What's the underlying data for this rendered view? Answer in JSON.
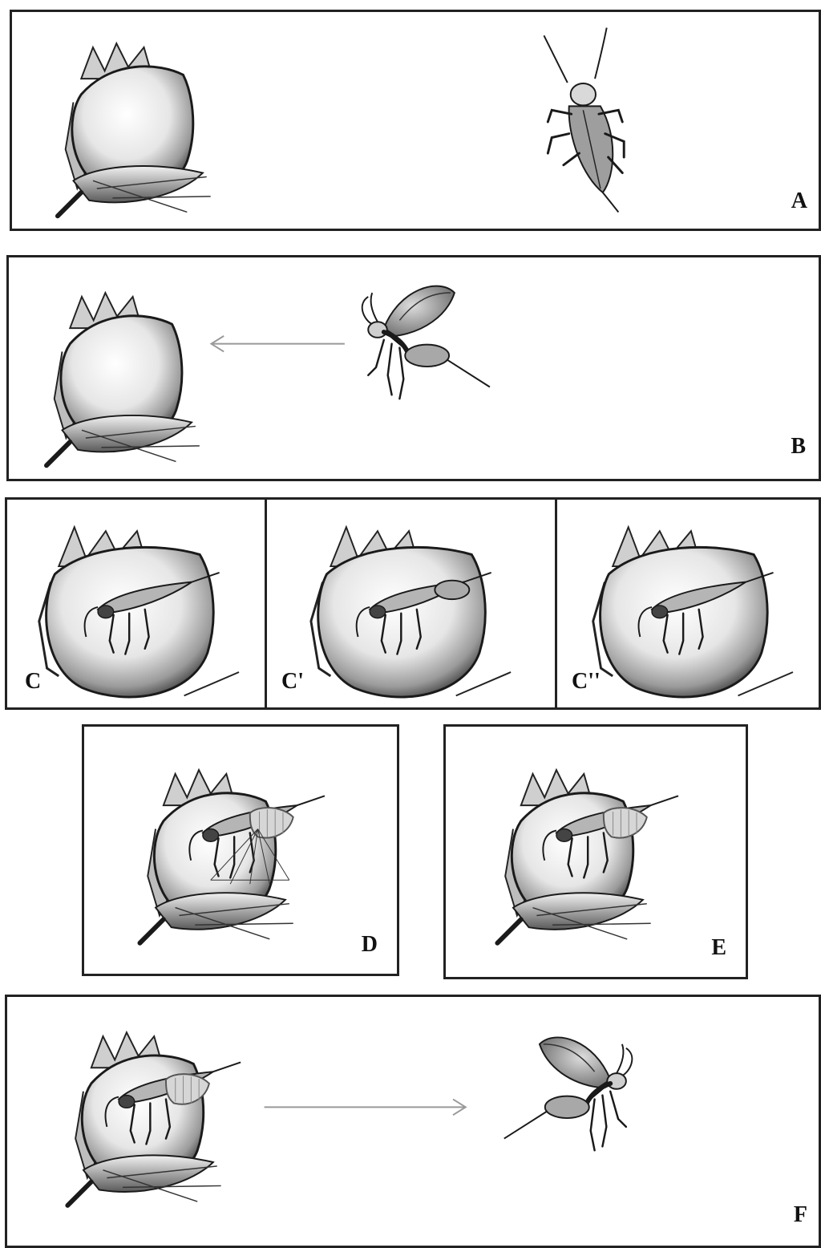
{
  "panels": [
    {
      "label": "A"
    },
    {
      "label": "B"
    },
    {
      "label": "C"
    },
    {
      "label": "C'"
    },
    {
      "label": "C''"
    },
    {
      "label": "D"
    },
    {
      "label": "E"
    },
    {
      "label": "F"
    }
  ],
  "colors": {
    "frame": "#222222",
    "ink": "#1a1a1a",
    "shade": "#8a8a8a",
    "arrow": "#999999"
  },
  "icons": {
    "bud": "flower-bud-icon",
    "bug": "plant-bug-icon",
    "wasp": "parasitoid-wasp-icon",
    "larva": "larva-icon",
    "arrow": "arrow-icon"
  }
}
